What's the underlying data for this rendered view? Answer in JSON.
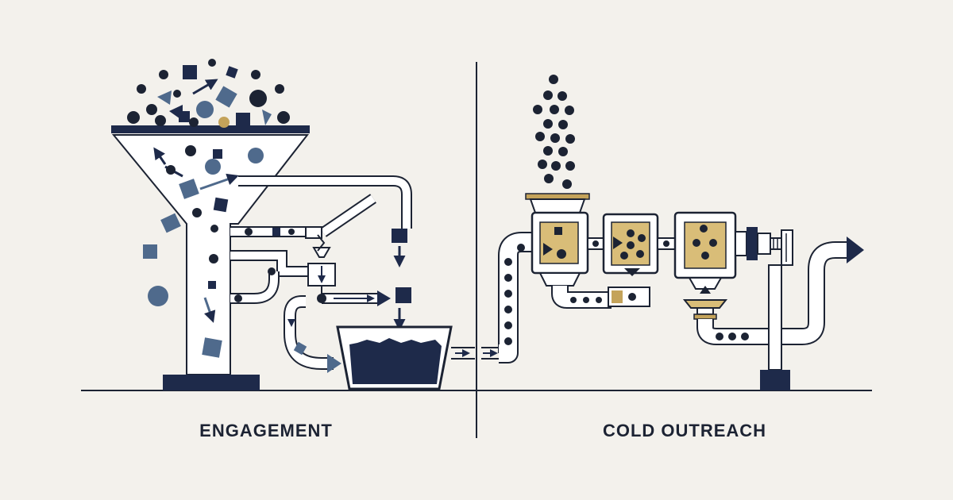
{
  "labels": {
    "left": "ENGAGEMENT",
    "right": "COLD OUTREACH"
  },
  "colors": {
    "background": "#f3f1ec",
    "ink": "#1c2333",
    "navy": "#1e2a4a",
    "slate": "#4f6a8c",
    "gold": "#c4a35a",
    "gold_light": "#d9bd78",
    "pipe_fill": "#ffffff"
  },
  "icons": {
    "particles": "mixed-shapes",
    "flow_arrow": "arrow-right",
    "outlet_arrow": "arrow-right-outline"
  }
}
